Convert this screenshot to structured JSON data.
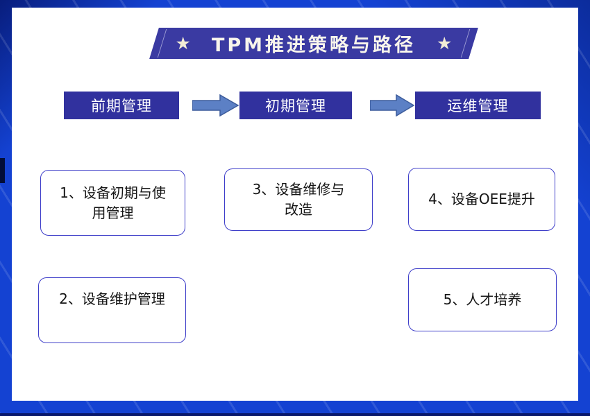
{
  "title": {
    "text": "TPM推进策略与路径",
    "star": "★"
  },
  "stages": [
    {
      "label": "前期管理"
    },
    {
      "label": "初期管理"
    },
    {
      "label": "运维管理"
    }
  ],
  "boxes": [
    {
      "text": "1、设备初期与使\n用管理"
    },
    {
      "text": "2、设备维护管理"
    },
    {
      "text": "3、设备维修与\n改造"
    },
    {
      "text": "4、设备OEE提升"
    },
    {
      "text": "5、人才培养"
    }
  ],
  "colors": {
    "frame_blue": "#1442d2",
    "frame_dark": "#081d7c",
    "banner_indigo": "#3a3aa2",
    "stage_indigo": "#31319e",
    "box_border": "#3e3ec9",
    "arrow_fill": "#5c80c5",
    "arrow_stroke": "#3d5c9b",
    "star_cream": "#f2ecd6",
    "panel_white": "#ffffff"
  }
}
